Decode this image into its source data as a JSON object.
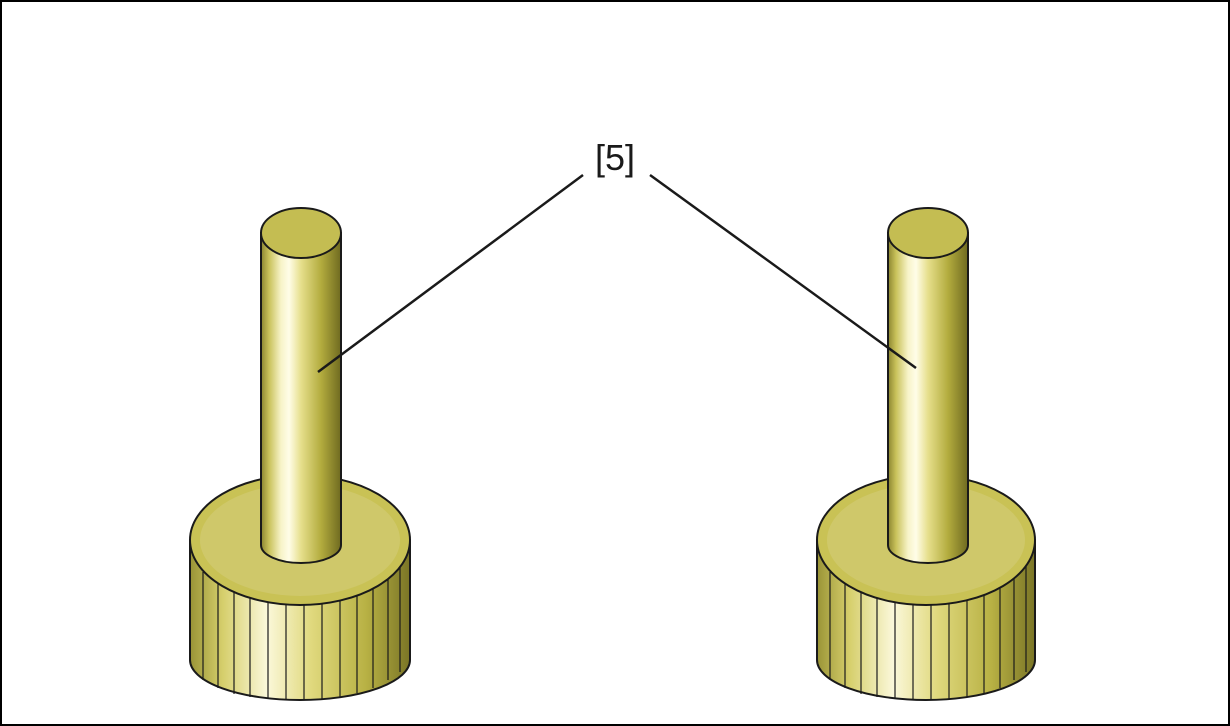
{
  "callout": {
    "label": "[5]"
  },
  "parts": [
    {
      "name": "left-pin"
    },
    {
      "name": "right-pin"
    }
  ],
  "colors": {
    "body": "#cfc86a",
    "top_face": "#c4bd52",
    "outline": "#1a1a1a",
    "shadow": "#6f6a20",
    "highlight": "#fbf8da",
    "frame": "#000000"
  }
}
